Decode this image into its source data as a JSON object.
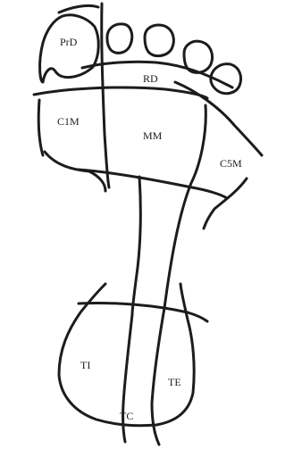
{
  "diagram": {
    "regions": {
      "prd": "PrD",
      "rd": "RD",
      "c1m": "C1M",
      "mm": "MM",
      "c5m": "C5M",
      "ti": "TI",
      "te": "TE",
      "tc": "TC"
    }
  }
}
